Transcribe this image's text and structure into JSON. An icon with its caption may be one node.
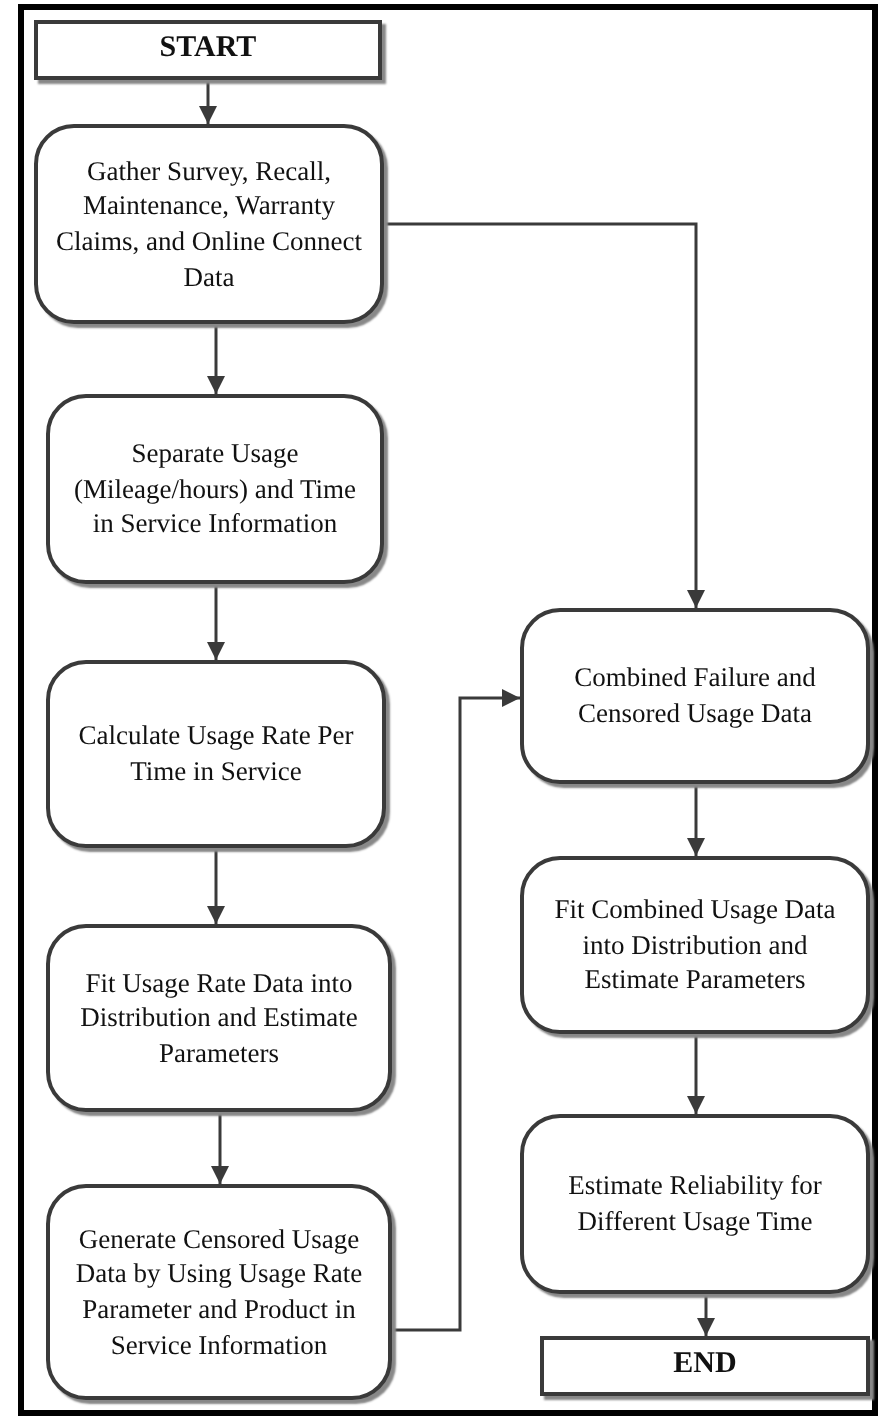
{
  "diagram": {
    "nodes": [
      {
        "text": [
          "START"
        ]
      },
      {
        "text": [
          "Gather Survey, Recall, Maintenance, Warranty Claims, and Online Connect Data"
        ]
      },
      {
        "text": [
          "Separate Usage (Mileage/hours) and Time in Service Information"
        ]
      },
      {
        "text": [
          "Calculate Usage Rate Per Time in Service"
        ]
      },
      {
        "text": [
          "Fit Usage Rate Data into Distribution and Estimate Parameters"
        ]
      },
      {
        "text": [
          "Generate Censored Usage Data by Using Usage Rate Parameter and Product in Service Information"
        ]
      },
      {
        "text": [
          "Combined Failure and Censored Usage Data"
        ]
      },
      {
        "text": [
          "Fit Combined Usage Data into Distribution and Estimate Parameters"
        ]
      },
      {
        "text": [
          "Estimate Reliability for Different Usage Time"
        ]
      },
      {
        "text": [
          "END"
        ]
      }
    ],
    "edges": [
      {
        "from": 0,
        "to": 1,
        "arrow": "to"
      },
      {
        "from": 1,
        "to": 2,
        "arrow": "to"
      },
      {
        "from": 2,
        "to": 3,
        "arrow": "to"
      },
      {
        "from": 3,
        "to": 4,
        "arrow": "to"
      },
      {
        "from": 4,
        "to": 5,
        "arrow": "to"
      },
      {
        "from": 1,
        "to": 6,
        "arrow": "to"
      },
      {
        "from": 5,
        "to": 6,
        "arrow": "to"
      },
      {
        "from": 6,
        "to": 7,
        "arrow": "to"
      },
      {
        "from": 7,
        "to": 8,
        "arrow": "to"
      },
      {
        "from": 8,
        "to": 9,
        "arrow": "to"
      }
    ]
  }
}
